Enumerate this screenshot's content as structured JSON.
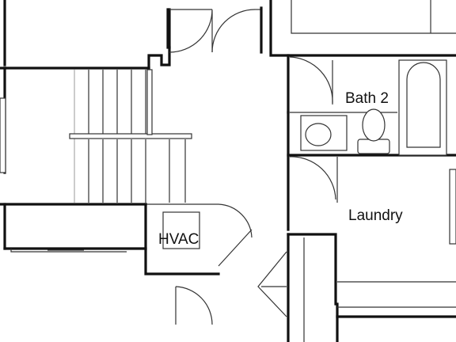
{
  "rooms": {
    "bath": "Bath 2",
    "laundry": "Laundry",
    "hvac": "HVAC"
  },
  "colors": {
    "wall": "#111111",
    "line": "#333333",
    "background": "#ffffff"
  }
}
